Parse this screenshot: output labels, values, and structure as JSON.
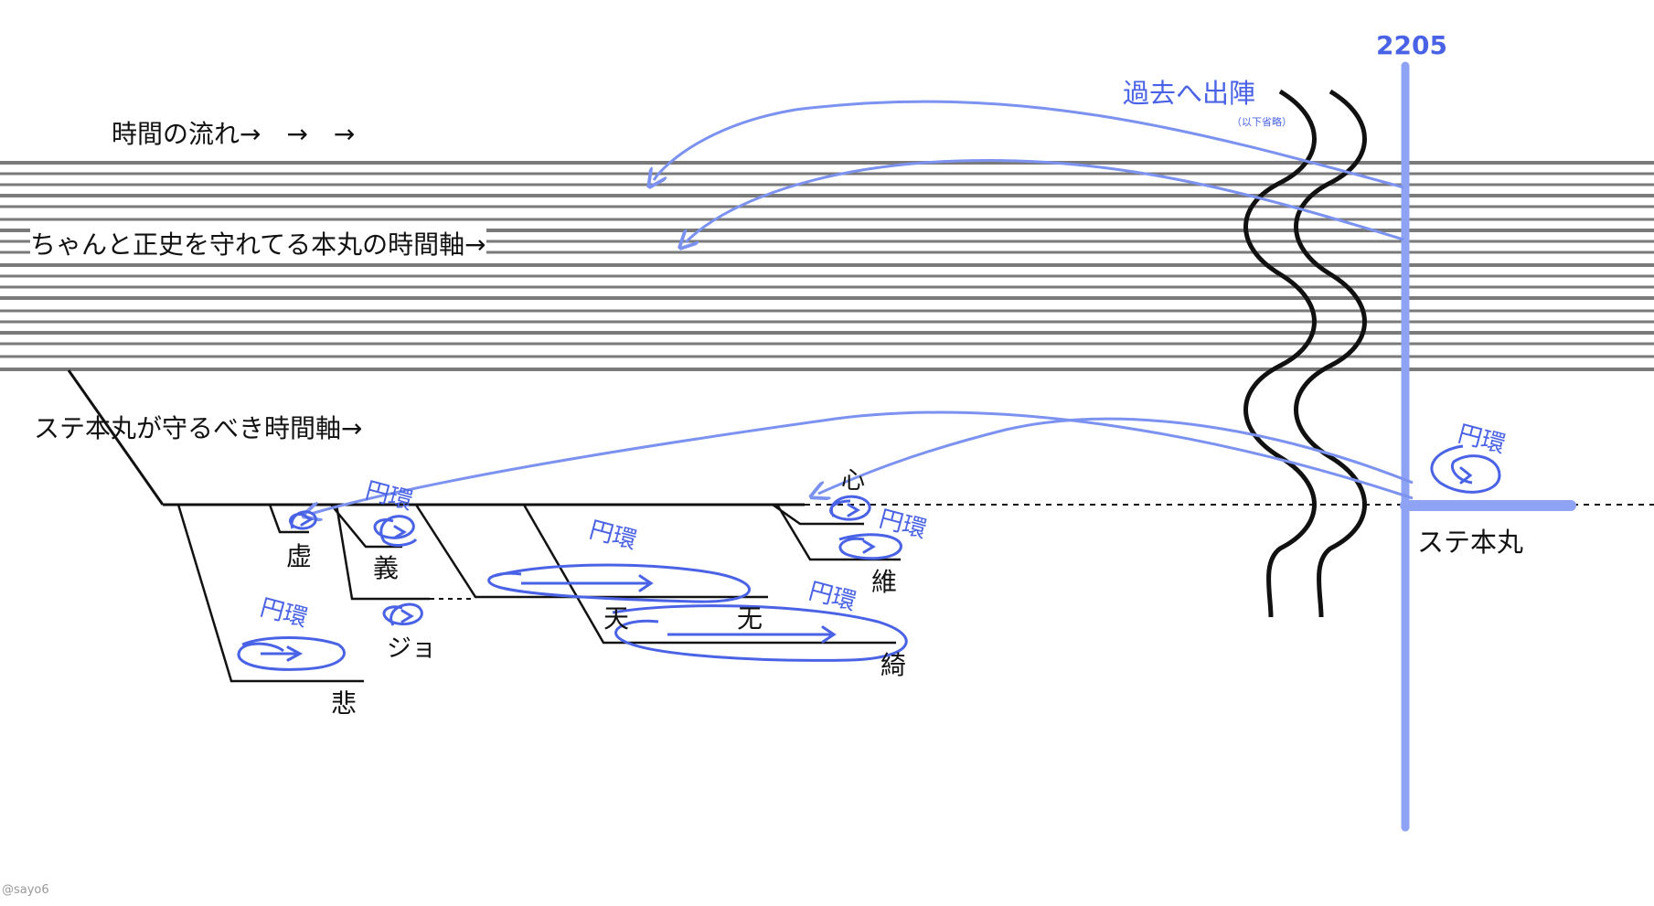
{
  "header": {
    "flow_label": "時間の流れ→　→　→",
    "year": "2205",
    "sortie_label": "過去へ出陣",
    "omitted_note": "（以下省略）"
  },
  "axes": {
    "proper_main": "ちゃんと正史を守れてる本丸の時間軸→",
    "ste_should_protect": "ステ本丸が守るべき時間軸→",
    "ste_honmaru": "ステ本丸"
  },
  "branches": {
    "kyo": "虚",
    "gi": "義",
    "jo": "ジョ",
    "hi": "悲",
    "ten": "天",
    "mu": "无",
    "ki": "綺",
    "i": "維",
    "shin": "心"
  },
  "loop_label": "円環",
  "credit": "@sayo6",
  "colors": {
    "accent_blue": "#4a63e6",
    "arrow_blue": "#7c92f0",
    "axis_blue": "#8ea3f3",
    "line_gray": "#7a7a7a",
    "ink": "#111111"
  }
}
